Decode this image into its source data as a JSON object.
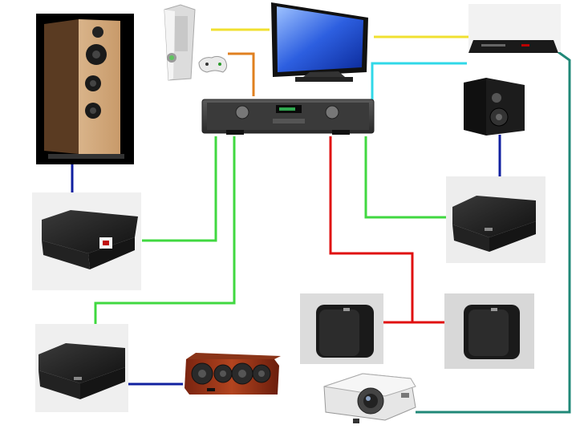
{
  "diagram": {
    "devices": [
      {
        "id": "floor-speaker",
        "icon": "floorstanding-speaker-icon"
      },
      {
        "id": "game-console",
        "icon": "game-console-icon"
      },
      {
        "id": "tv",
        "icon": "flat-tv-icon"
      },
      {
        "id": "dvd-player",
        "icon": "dvd-player-icon"
      },
      {
        "id": "receiver",
        "icon": "av-receiver-icon"
      },
      {
        "id": "bookshelf-speaker",
        "icon": "bookshelf-speaker-icon"
      },
      {
        "id": "amplifier-left",
        "icon": "amplifier-icon"
      },
      {
        "id": "amplifier-right",
        "icon": "amplifier-icon"
      },
      {
        "id": "amplifier-bottom",
        "icon": "amplifier-icon"
      },
      {
        "id": "center-speaker",
        "icon": "center-speaker-icon"
      },
      {
        "id": "subwoofer-left",
        "icon": "subwoofer-icon"
      },
      {
        "id": "subwoofer-right",
        "icon": "subwoofer-icon"
      },
      {
        "id": "projector",
        "icon": "projector-icon"
      }
    ],
    "connections": [
      {
        "from": "game-console",
        "to": "tv",
        "color": "#f0e030"
      },
      {
        "from": "tv",
        "to": "dvd-player",
        "color": "#f0e030"
      },
      {
        "from": "game-console",
        "to": "receiver",
        "color": "#e08020"
      },
      {
        "from": "receiver",
        "to": "dvd-player",
        "color": "#30d8e8"
      },
      {
        "from": "floor-speaker",
        "to": "amplifier-left",
        "color": "#1020a0"
      },
      {
        "from": "bookshelf-speaker",
        "to": "amplifier-right",
        "color": "#1020a0"
      },
      {
        "from": "amplifier-bottom",
        "to": "center-speaker",
        "color": "#1020a0"
      },
      {
        "from": "receiver",
        "to": "amplifier-left",
        "color": "#40d840"
      },
      {
        "from": "receiver",
        "to": "amplifier-bottom",
        "color": "#40d840"
      },
      {
        "from": "receiver",
        "to": "amplifier-right",
        "color": "#40d840"
      },
      {
        "from": "receiver",
        "to": "subwoofer-left",
        "color": "#e01010"
      },
      {
        "from": "subwoofer-left",
        "to": "subwoofer-right",
        "color": "#e01010"
      },
      {
        "from": "dvd-player",
        "to": "projector",
        "color": "#208878"
      }
    ]
  }
}
